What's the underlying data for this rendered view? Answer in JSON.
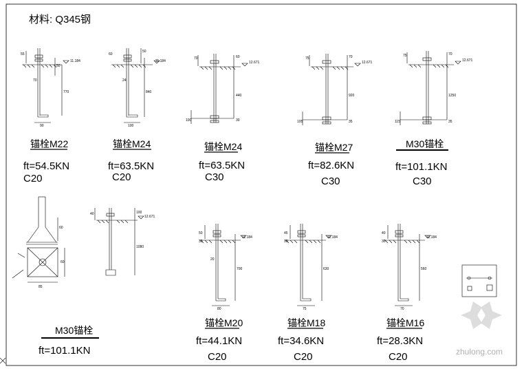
{
  "title": "材料: Q345钢",
  "watermark": "zhulong.com",
  "details": [
    {
      "id": "m22",
      "label": "锚栓M22",
      "ft": "ft=54.5KN",
      "conc": "C20",
      "dims": [
        "55",
        "50",
        "70",
        "770",
        "90",
        "11.184"
      ]
    },
    {
      "id": "m24a",
      "label": "锚栓M24",
      "ft": "ft=63.5KN",
      "conc": "C20",
      "dims": [
        "60",
        "50",
        "24",
        "840",
        "100",
        "11.184"
      ]
    },
    {
      "id": "m24b",
      "label": "锚栓M24",
      "ft": "ft=63.5KN",
      "conc": "C30",
      "dims": [
        "70",
        "60",
        "440",
        "12.671",
        "30",
        "100"
      ]
    },
    {
      "id": "m27",
      "label": "锚栓M27",
      "ft": "ft=82.6KN",
      "conc": "C30",
      "dims": [
        "75",
        "70",
        "920",
        "12.671",
        "35",
        "105"
      ]
    },
    {
      "id": "m30a",
      "label": "M30锚栓",
      "ft": "ft=101.1KN",
      "conc": "C30",
      "dims": [
        "75",
        "70",
        "1250",
        "12.671",
        "35",
        "115"
      ]
    },
    {
      "id": "m30b",
      "label": "M30锚栓",
      "ft": "ft=101.1KN",
      "conc": "",
      "dims": [
        "60",
        "40",
        "85",
        "100",
        "12.671",
        "1080"
      ]
    },
    {
      "id": "m20",
      "label": "锚栓M20",
      "ft": "ft=44.1KN",
      "conc": "C20",
      "dims": [
        "50",
        "30",
        "20",
        "700",
        "80",
        "11.184"
      ]
    },
    {
      "id": "m18",
      "label": "锚栓M18",
      "ft": "ft=34.6KN",
      "conc": "C20",
      "dims": [
        "45",
        "30",
        "630",
        "75",
        "11.184"
      ]
    },
    {
      "id": "m16",
      "label": "锚栓M16",
      "ft": "ft=28.3KN",
      "conc": "C20",
      "dims": [
        "40",
        "30",
        "560",
        "70",
        "11.184"
      ]
    }
  ]
}
